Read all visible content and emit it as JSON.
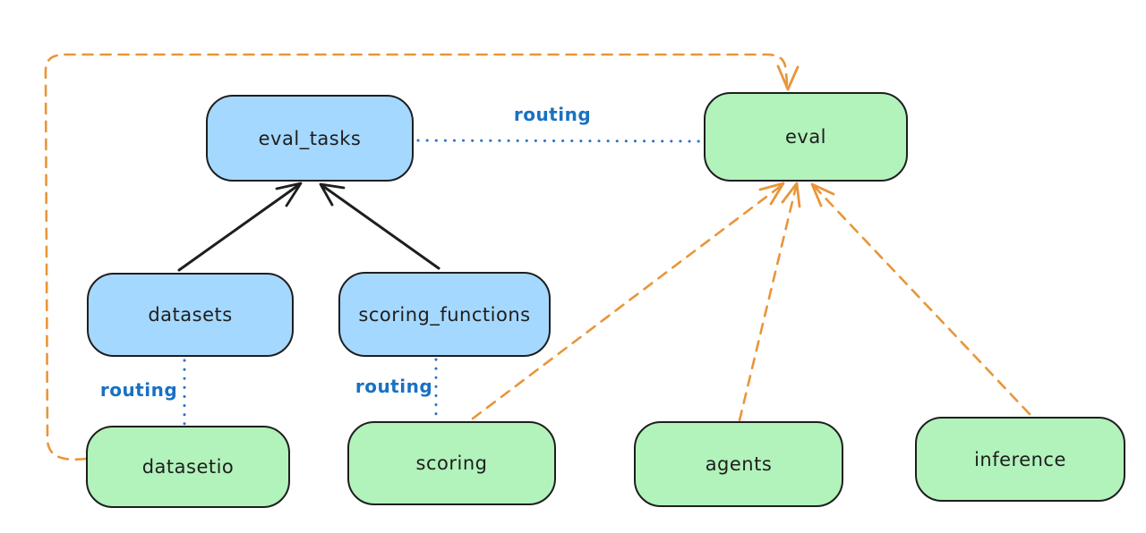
{
  "diagram": {
    "kind": "hand-drawn architecture graph",
    "nodes": [
      {
        "id": "eval_tasks",
        "label": "eval_tasks",
        "fill": "blue"
      },
      {
        "id": "eval",
        "label": "eval",
        "fill": "green"
      },
      {
        "id": "datasets",
        "label": "datasets",
        "fill": "blue"
      },
      {
        "id": "scoring_functions",
        "label": "scoring_functions",
        "fill": "blue"
      },
      {
        "id": "datasetio",
        "label": "datasetio",
        "fill": "green"
      },
      {
        "id": "scoring",
        "label": "scoring",
        "fill": "green"
      },
      {
        "id": "agents",
        "label": "agents",
        "fill": "green"
      },
      {
        "id": "inference",
        "label": "inference",
        "fill": "green"
      }
    ],
    "edge_labels": [
      {
        "id": "routing-eval-tasks-eval",
        "text": "routing"
      },
      {
        "id": "routing-datasets-datasetio",
        "text": "routing"
      },
      {
        "id": "routing-scoring-functions-scoring",
        "text": "routing"
      }
    ],
    "edges": [
      {
        "from": "datasets",
        "to": "eval_tasks",
        "style": "solid-arrow"
      },
      {
        "from": "scoring_functions",
        "to": "eval_tasks",
        "style": "solid-arrow"
      },
      {
        "from": "eval_tasks",
        "to": "eval",
        "style": "dotted",
        "label": "routing"
      },
      {
        "from": "datasets",
        "to": "datasetio",
        "style": "dotted",
        "label": "routing"
      },
      {
        "from": "scoring_functions",
        "to": "scoring",
        "style": "dotted",
        "label": "routing"
      },
      {
        "from": "datasetio",
        "to": "eval",
        "style": "dashed-arrow"
      },
      {
        "from": "scoring",
        "to": "eval",
        "style": "dashed-arrow"
      },
      {
        "from": "agents",
        "to": "eval",
        "style": "dashed-arrow"
      },
      {
        "from": "inference",
        "to": "eval",
        "style": "dashed-arrow"
      }
    ]
  },
  "colors": {
    "canvas_bg": "#ffffff",
    "node_stroke": "#1e1e1e",
    "blue_fill": "#a5d8ff",
    "green_fill": "#b2f2bb",
    "routing_label": "#1971c2",
    "routing_line": "#2f72c4",
    "solid_arrow": "#1e1e1e",
    "dashed_arrow": "#e8963a"
  }
}
